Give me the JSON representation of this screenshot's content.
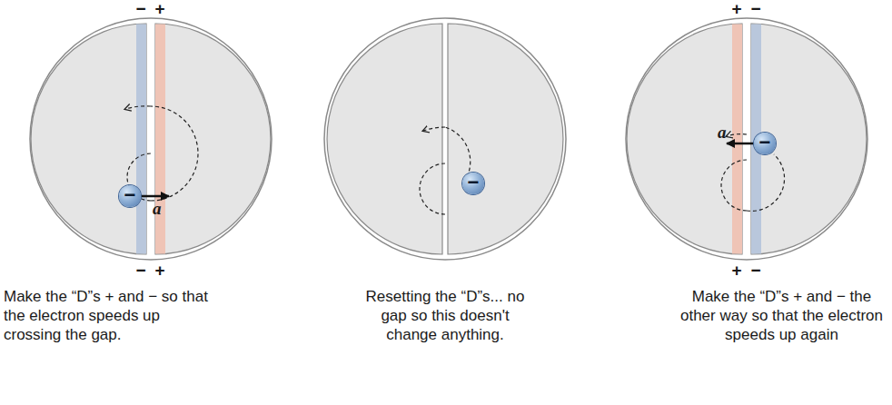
{
  "diagram": {
    "nodes": [
      {
        "text": [
          "−"
        ]
      },
      {
        "text": [
          "−"
        ]
      },
      {
        "text": [
          "−"
        ]
      }
    ],
    "labels": [
      "−",
      "+",
      "−",
      "+",
      "a",
      "Make the “D”s + and − so that the electron speeds up crossing the gap.",
      "Resetting the “D”s... no gap so this doesn't change anything.",
      "+",
      "−",
      "a",
      "+",
      "−",
      "Make the “D”s + and − the other way so that the electron speeds up again"
    ]
  }
}
